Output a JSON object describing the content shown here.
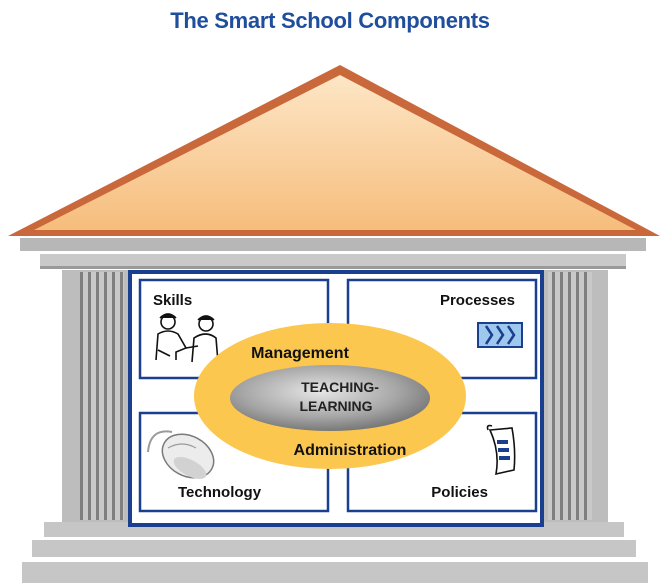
{
  "title": "The Smart School Components",
  "quadrants": {
    "skills": "Skills",
    "processes": "Processes",
    "technology": "Technology",
    "policies": "Policies"
  },
  "ring": {
    "top": "Management",
    "bottom": "Administration"
  },
  "core": {
    "line1": "TEACHING-",
    "line2": "LEARNING"
  },
  "colors": {
    "title": "#1f4e9c",
    "roof_fill": "#f8c98a",
    "roof_edge": "#c9683a",
    "frame": "#1a3f8f",
    "ring": "#fbc74f",
    "core": "#8c8c8c",
    "column": "#b5b5b5"
  }
}
